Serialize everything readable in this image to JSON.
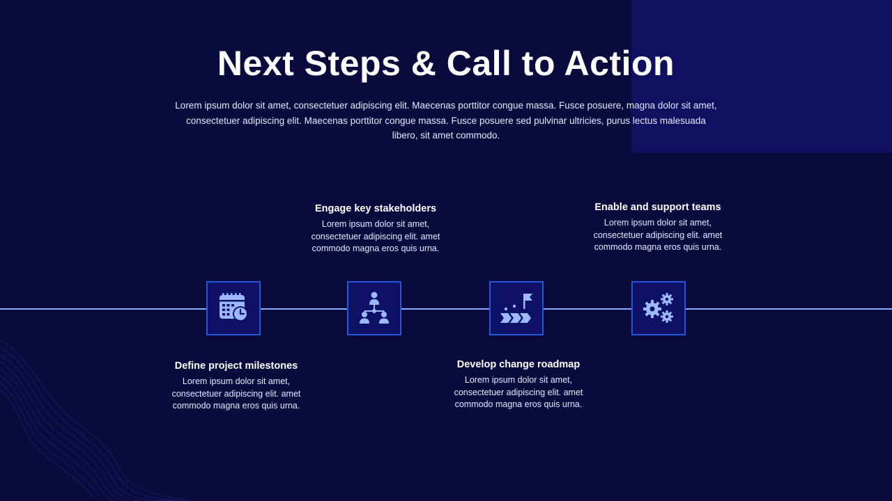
{
  "slide": {
    "title": "Next Steps & Call to Action",
    "intro": "Lorem ipsum dolor sit amet, consectetuer adipiscing elit. Maecenas porttitor congue massa. Fusce posuere, magna dolor sit amet, consectetuer adipiscing elit. Maecenas porttitor congue massa. Fusce posuere sed pulvinar ultricies, purus lectus malesuada libero, sit amet commodo."
  },
  "steps": [
    {
      "title": "Define project milestones",
      "desc": "Lorem ipsum dolor sit amet, consectetuer adipiscing elit. amet commodo magna eros quis urna.",
      "icon": "calendar-clock-icon"
    },
    {
      "title": "Engage key stakeholders",
      "desc": "Lorem ipsum dolor sit amet, consectetuer adipiscing elit. amet commodo magna eros quis urna.",
      "icon": "stakeholders-hierarchy-icon"
    },
    {
      "title": "Develop change roadmap",
      "desc": "Lorem ipsum dolor sit amet, consectetuer adipiscing elit. amet commodo magna eros quis urna.",
      "icon": "roadmap-flag-icon"
    },
    {
      "title": "Enable and support teams",
      "desc": "Lorem ipsum dolor sit amet, consectetuer adipiscing elit. amet commodo magna eros quis urna.",
      "icon": "gears-icon"
    }
  ],
  "colors": {
    "background": "#0a0b3d",
    "accent_panel": "#0f1060",
    "icon_fill": "#9cb8ff",
    "box_border": "#2458d6",
    "timeline": "#8aa8ff"
  }
}
